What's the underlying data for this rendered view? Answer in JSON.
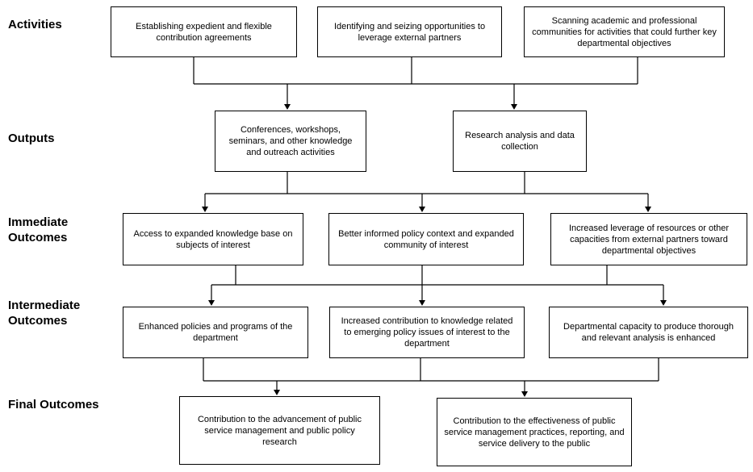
{
  "colors": {
    "background": "#ffffff",
    "line": "#000000",
    "text": "#000000"
  },
  "rows": [
    {
      "label": "Activities",
      "boxes": [
        "Establishing expedient and flexible contribution agreements",
        "Identifying and seizing opportunities to leverage external partners",
        "Scanning academic and professional communities for activities that could further key departmental objectives"
      ]
    },
    {
      "label": "Outputs",
      "boxes": [
        "Conferences, workshops, seminars, and other knowledge and outreach activities",
        "Research analysis and data collection"
      ]
    },
    {
      "label": "Immediate Outcomes",
      "boxes": [
        "Access to expanded knowledge base on subjects of interest",
        "Better informed policy context and expanded community of interest",
        "Increased leverage of resources or other capacities from external partners toward departmental objectives"
      ]
    },
    {
      "label": "Intermediate Outcomes",
      "boxes": [
        "Enhanced policies and programs of the department",
        "Increased contribution to knowledge related to emerging policy issues of interest to the department",
        "Departmental capacity to produce thorough and relevant analysis is enhanced"
      ]
    },
    {
      "label": "Final Outcomes",
      "boxes": [
        "Contribution to the advancement of public service management and public policy research",
        "Contribution to the effectiveness of public service management practices, reporting, and service delivery to the public"
      ]
    }
  ]
}
